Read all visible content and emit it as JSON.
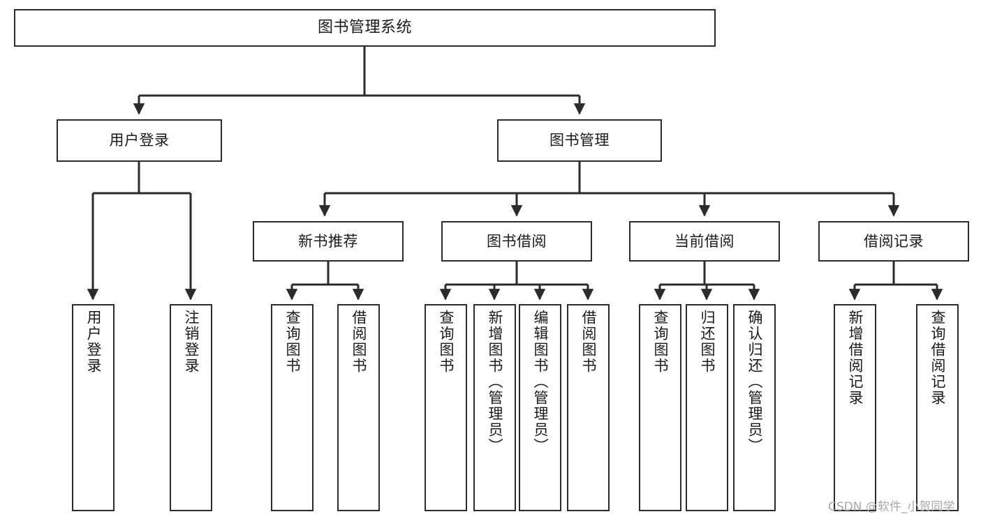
{
  "diagram": {
    "title": "图书管理系统",
    "watermark": "CSDN @软件_小贺同学",
    "line_color": "#2b2b2b",
    "box_border_color": "#2b2b2b",
    "box_fill_color": "#ffffff",
    "text_color": "#1a1a1a",
    "watermark_color": "#a8a8a8",
    "nodes": {
      "root": "图书管理系统",
      "level2": {
        "user_login": "用户登录",
        "book_manage": "图书管理"
      },
      "level3": {
        "new_book_recommend": "新书推荐",
        "book_borrow": "图书借阅",
        "current_borrow": "当前借阅",
        "borrow_record": "借阅记录"
      },
      "leaves": {
        "user_login_1": "用户登录",
        "user_login_2": "注销登录",
        "new_book_1": "查询图书",
        "new_book_2": "借阅图书",
        "book_borrow_1": "查询图书",
        "book_borrow_2": "新增图书（管理员）",
        "book_borrow_3": "编辑图书（管理员）",
        "book_borrow_4": "借阅图书",
        "current_borrow_1": "查询图书",
        "current_borrow_2": "归还图书",
        "current_borrow_3": "确认归还（管理员）",
        "borrow_record_1": "新增借阅记录",
        "borrow_record_2": "查询借阅记录"
      }
    }
  }
}
